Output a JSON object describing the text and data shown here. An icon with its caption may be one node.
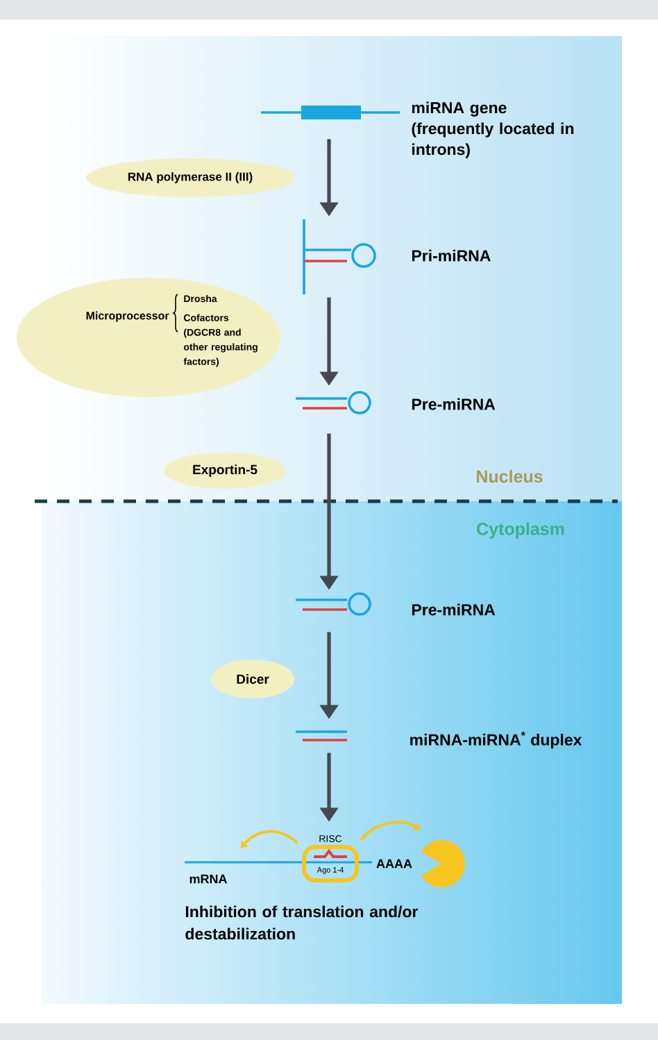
{
  "diagram": {
    "nodes": [
      {
        "text": [],
        "shape": "picture",
        "beside": [
          "miRNA gene (frequently located in introns)"
        ]
      },
      {
        "text": [
          "RNA polymerase II (III)"
        ]
      },
      {
        "text": [],
        "shape": "picture",
        "beside": [
          "Pri-miRNA"
        ]
      },
      {
        "text": [
          "Microprocessor",
          "Drosha",
          "Cofactors (DGCR8 and other regulating factors)"
        ]
      },
      {
        "text": [],
        "shape": "picture",
        "beside": [
          "Pre-miRNA"
        ]
      },
      {
        "text": [
          "Exportin-5"
        ]
      },
      {
        "text": [],
        "shape": "picture",
        "beside": [
          "Pre-miRNA"
        ]
      },
      {
        "text": [
          "Dicer"
        ]
      },
      {
        "text": [],
        "shape": "picture"
      },
      {
        "text": [],
        "shape": "picture",
        "beside": [
          "Inhibition of translation and/or destabilization"
        ]
      }
    ],
    "edges": [
      {
        "from": 0,
        "to": 2,
        "arrow": "to"
      },
      {
        "from": 2,
        "to": 4,
        "arrow": "to"
      },
      {
        "from": 4,
        "to": 6,
        "arrow": "to"
      },
      {
        "from": 6,
        "to": 8,
        "arrow": "to"
      },
      {
        "from": 8,
        "to": 9,
        "arrow": "to"
      }
    ],
    "labels": [
      "Nucleus",
      "Cytoplasm",
      "miRNA-miRNA$^{*}$ duplex",
      "RISC",
      "Ago 1-4",
      "AAAA",
      "mRNA"
    ]
  }
}
